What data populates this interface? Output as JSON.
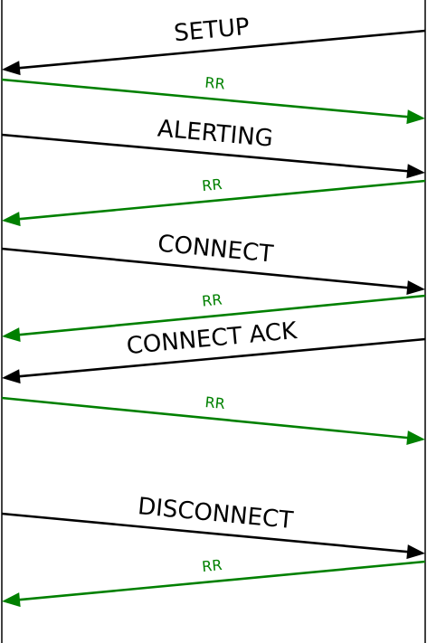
{
  "colors": {
    "lifeline": "#000000",
    "signal": "#000000",
    "rr": "#008000"
  },
  "messages": [
    {
      "label": "SETUP",
      "direction": "right-to-left",
      "kind": "signal"
    },
    {
      "label": "RR",
      "direction": "left-to-right",
      "kind": "rr"
    },
    {
      "label": "ALERTING",
      "direction": "left-to-right",
      "kind": "signal"
    },
    {
      "label": "RR",
      "direction": "right-to-left",
      "kind": "rr"
    },
    {
      "label": "CONNECT",
      "direction": "left-to-right",
      "kind": "signal"
    },
    {
      "label": "RR",
      "direction": "right-to-left",
      "kind": "rr"
    },
    {
      "label": "CONNECT ACK",
      "direction": "right-to-left",
      "kind": "signal"
    },
    {
      "label": "RR",
      "direction": "left-to-right",
      "kind": "rr"
    },
    {
      "label": "DISCONNECT",
      "direction": "left-to-right",
      "kind": "signal"
    },
    {
      "label": "RR",
      "direction": "right-to-left",
      "kind": "rr"
    }
  ]
}
